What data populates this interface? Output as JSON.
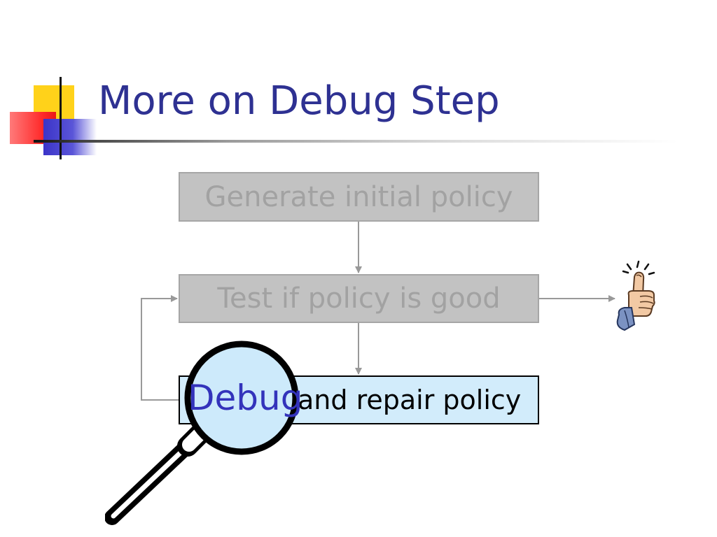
{
  "slide": {
    "title": "More on Debug Step"
  },
  "flow": {
    "step1_label": "Generate initial policy",
    "step2_label": "Test if policy is good",
    "step3_label": "and repair policy",
    "magnified_word": "Debug"
  },
  "colors": {
    "title": "#2e3192",
    "inactive_box_fill": "#c2c2c2",
    "inactive_box_text": "#a2a2a2",
    "active_box_fill": "#d2ecfb",
    "lens_fill": "#cdeafb",
    "magnified_text": "#3333bb"
  },
  "icons": {
    "success": "thumbs-up-icon",
    "debug": "magnifying-glass-icon"
  }
}
